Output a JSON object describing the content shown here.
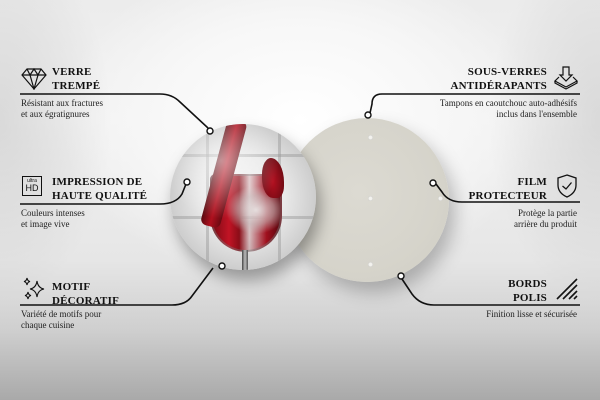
{
  "colors": {
    "text": "#111111",
    "line": "#111111",
    "wine": "#b0101e",
    "coaster_back": "#d6d4cb",
    "background_top": "#f2f2f2",
    "background_bottom": "#a9a9a9"
  },
  "features": {
    "left": [
      {
        "icon": "diamond-icon",
        "heading_line1": "VERRE",
        "heading_line2": "TREMPÉ",
        "desc_line1": "Résistant aux fractures",
        "desc_line2": "et aux égratignures"
      },
      {
        "icon": "ultra-hd-icon",
        "icon_text_top": "ultra",
        "icon_text_bottom": "HD",
        "heading_line1": "IMPRESSION DE",
        "heading_line2": "HAUTE QUALITÉ",
        "desc_line1": "Couleurs intenses",
        "desc_line2": "et image vive"
      },
      {
        "icon": "sparkles-icon",
        "heading_line1": "MOTIF",
        "heading_line2": "DÉCORATIF",
        "desc_line1": "Variété de motifs pour",
        "desc_line2": "chaque cuisine"
      }
    ],
    "right": [
      {
        "icon": "download-tray-icon",
        "heading_line1": "SOUS-VERRES",
        "heading_line2": "ANTIDÉRAPANTS",
        "desc_line1": "Tampons en caoutchouc auto-adhésifs",
        "desc_line2": "inclus dans l'ensemble"
      },
      {
        "icon": "shield-check-icon",
        "heading_line1": "FILM",
        "heading_line2": "PROTECTEUR",
        "desc_line1": "Protège la partie",
        "desc_line2": "arrière du produit"
      },
      {
        "icon": "diagonal-lines-icon",
        "heading_line1": "BORDS",
        "heading_line2": "POLIS",
        "desc_line1": "Finition lisse et sécurisée",
        "desc_line2": ""
      }
    ]
  },
  "product": {
    "front_image": "red-wine-glass",
    "back_holes": 5
  }
}
